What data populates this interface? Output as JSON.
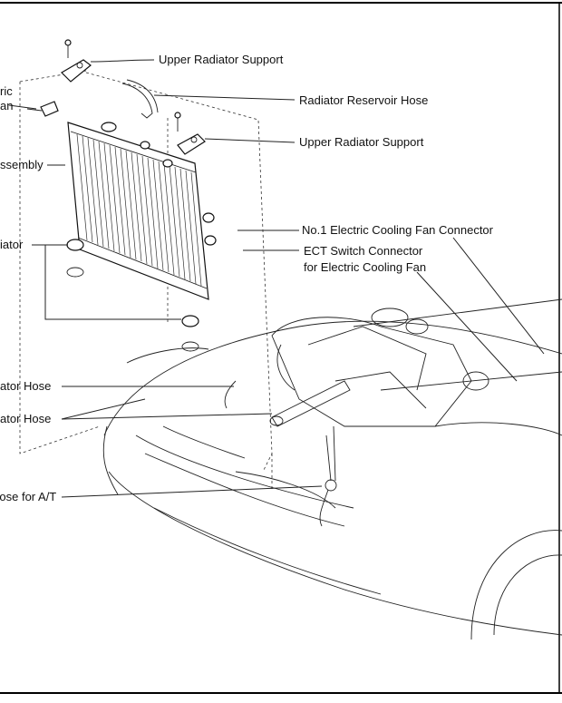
{
  "labels": {
    "upper_support_top": "Upper Radiator Support",
    "reservoir_hose": "Radiator Reservoir Hose",
    "upper_support_right": "Upper Radiator Support",
    "fan_connector": "No.1 Electric Cooling Fan Connector",
    "ect_line1": "ECT Switch Connector",
    "ect_line2": "for Electric Cooling Fan",
    "left_fan_1": "ric",
    "left_fan_2": "an",
    "left_assembly": "ssembly",
    "left_radiator": "iator",
    "left_upper_hose": "ator Hose",
    "left_lower_hose": "ator Hose",
    "left_at_hose": "Hose for A/T"
  }
}
